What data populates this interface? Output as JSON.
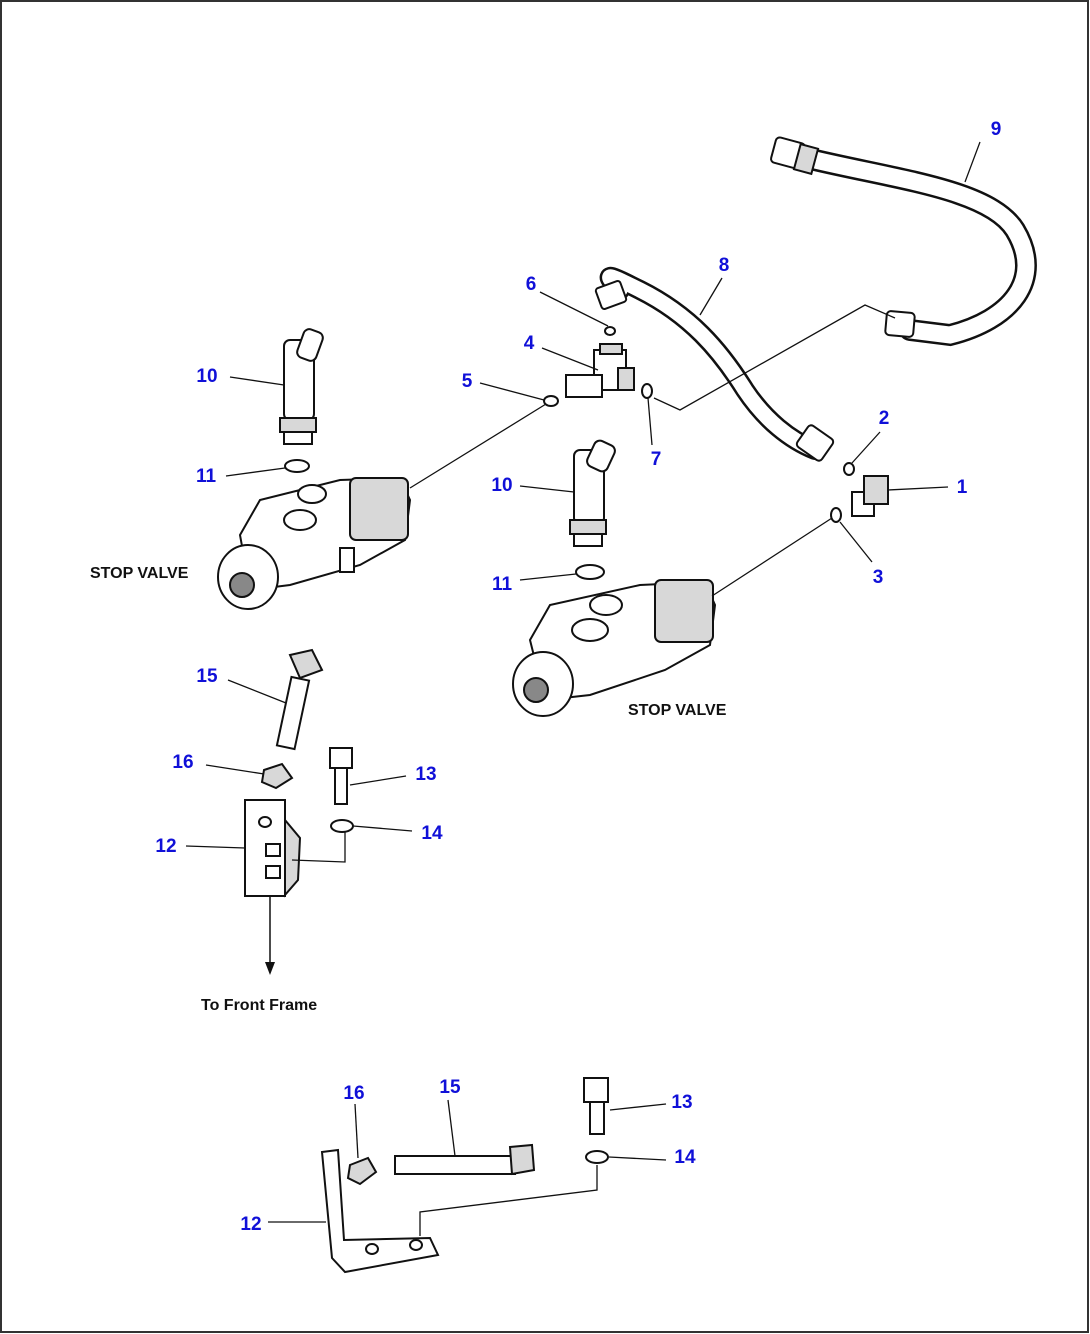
{
  "colors": {
    "callout": "#1010d8",
    "caption": "#111111",
    "frame": "#333333"
  },
  "captions": {
    "stop_valve_left": "STOP VALVE",
    "stop_valve_right": "STOP VALVE",
    "to_front_frame": "To Front Frame"
  },
  "callouts": {
    "n1": "1",
    "n2": "2",
    "n3": "3",
    "n4": "4",
    "n5": "5",
    "n6": "6",
    "n7": "7",
    "n8": "8",
    "n9": "9",
    "n10a": "10",
    "n10b": "10",
    "n11a": "11",
    "n11b": "11",
    "n12a": "12",
    "n12b": "12",
    "n13a": "13",
    "n13b": "13",
    "n14a": "14",
    "n14b": "14",
    "n15a": "15",
    "n15b": "15",
    "n16a": "16",
    "n16b": "16"
  }
}
